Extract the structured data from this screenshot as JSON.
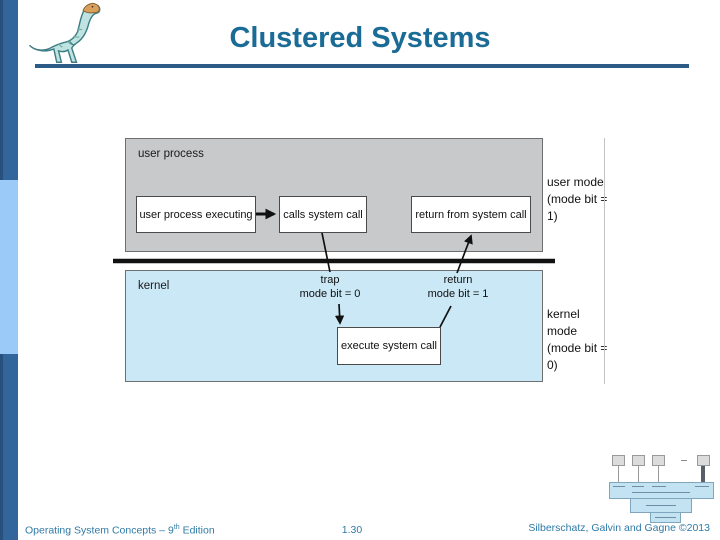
{
  "slide": {
    "title": "Clustered Systems"
  },
  "figure": {
    "user_region_label": "user process",
    "kernel_region_label": "kernel",
    "user_process_executing": "user process executing",
    "calls_system_call": "calls system call",
    "return_from_system_call": "return from system call",
    "execute_system_call": "execute system call",
    "trap_line1": "trap",
    "trap_line2": "mode bit = 0",
    "return_line1": "return",
    "return_line2": "mode bit = 1",
    "user_mode_line1": "user mode",
    "user_mode_line2": "(mode bit = 1)",
    "kernel_mode_line1": "kernel mode",
    "kernel_mode_line2": "(mode bit = 0)"
  },
  "footer": {
    "course_prefix": "Operating System Concepts – 9",
    "course_sup": "th",
    "course_suffix": " Edition",
    "page": "1.30",
    "credits": "Silberschatz, Galvin and Gagne ©2013"
  },
  "colors": {
    "title_text": "#1A6B96",
    "title_rule": "#2C5B87",
    "sidebar_steel_blue": "#32669B",
    "sidebar_light_blue": "#9CCAF8",
    "user_region_fill": "#C7C9CB",
    "kernel_region_fill": "#CBE8F6",
    "footer_text": "#2F7AA6"
  }
}
